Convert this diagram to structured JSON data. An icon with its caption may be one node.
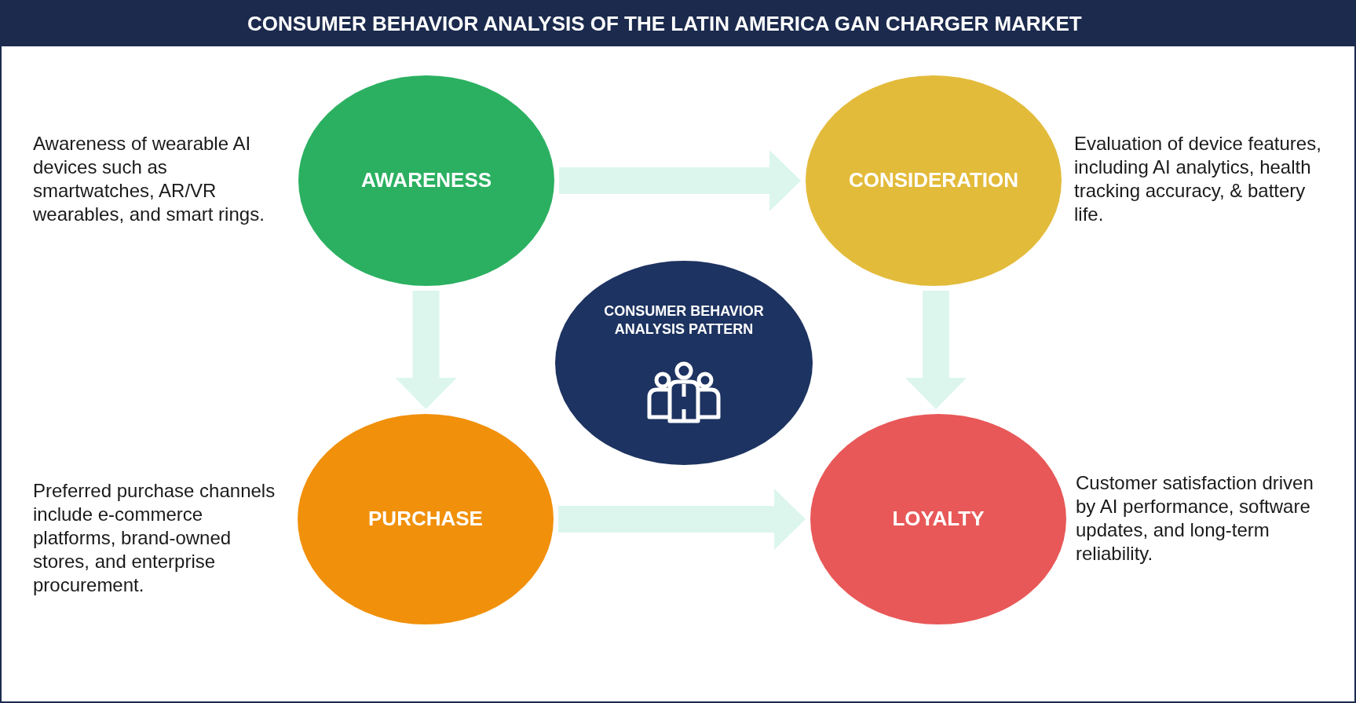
{
  "diagram": {
    "title": "CONSUMER BEHAVIOR ANALYSIS OF THE LATIN AMERICA GAN CHARGER MARKET",
    "nodes": [
      {
        "text": [
          "AWARENESS"
        ],
        "beside": [
          "Awareness of wearable AI devices such as smartwatches, AR/VR wearables, and smart rings."
        ]
      },
      {
        "text": [
          "CONSIDERATION"
        ],
        "beside": [
          "Evaluation of device features, including AI analytics, health tracking accuracy, & battery life."
        ]
      },
      {
        "text": [
          "CONSUMER BEHAVIOR ANALYSIS PATTERN"
        ]
      },
      {
        "text": [
          "PURCHASE"
        ],
        "beside": [
          "Preferred purchase channels include e-commerce platforms, brand-owned stores, and enterprise procurement."
        ]
      },
      {
        "text": [
          "LOYALTY"
        ],
        "beside": [
          "Customer satisfaction driven by AI performance, software updates, and long-term reliability."
        ]
      }
    ],
    "edges": [
      {
        "from": 0,
        "to": 1,
        "arrow": "to"
      },
      {
        "from": 0,
        "to": 3,
        "arrow": "to"
      },
      {
        "from": 1,
        "to": 4,
        "arrow": "to"
      },
      {
        "from": 3,
        "to": 4,
        "arrow": "to"
      }
    ]
  }
}
